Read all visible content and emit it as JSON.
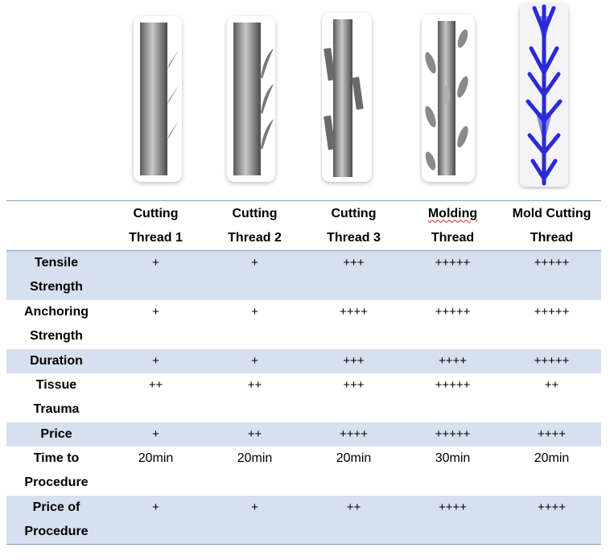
{
  "table": {
    "headers": [
      {
        "line1": "Cutting",
        "line2": "Thread 1"
      },
      {
        "line1": "Cutting",
        "line2": "Thread 2"
      },
      {
        "line1": "Cutting",
        "line2": "Thread 3"
      },
      {
        "line1": "Molding",
        "line2": "Thread"
      },
      {
        "line1": "Mold Cutting",
        "line2": "Thread"
      }
    ],
    "rows": [
      {
        "label1": "Tensile",
        "label2": "Strength",
        "values": [
          "+",
          "+",
          "+++",
          "+++++",
          "+++++"
        ]
      },
      {
        "label1": "Anchoring",
        "label2": "Strength",
        "values": [
          "+",
          "+",
          "++++",
          "+++++",
          "+++++"
        ]
      },
      {
        "label1": "Duration",
        "label2": "",
        "values": [
          "+",
          "+",
          "+++",
          "++++",
          "+++++"
        ]
      },
      {
        "label1": "Tissue",
        "label2": "Trauma",
        "values": [
          "++",
          "++",
          "+++",
          "+++++",
          "++"
        ]
      },
      {
        "label1": "Price",
        "label2": "",
        "values": [
          "+",
          "++",
          "++++",
          "+++++",
          "++++"
        ]
      },
      {
        "label1": "Time to",
        "label2": "Procedure",
        "values": [
          "20min",
          "20min",
          "20min",
          "30min",
          "20min"
        ]
      },
      {
        "label1": "Price of",
        "label2": "Procedure",
        "values": [
          "+",
          "+",
          "++",
          "++++",
          "++++"
        ]
      }
    ]
  },
  "colors": {
    "row_shade": "#d6e0ee",
    "rule": "#7f9fc0",
    "thread_gray": "#8a8a8a",
    "mold_cutting_blue": "#2a2ad8"
  }
}
